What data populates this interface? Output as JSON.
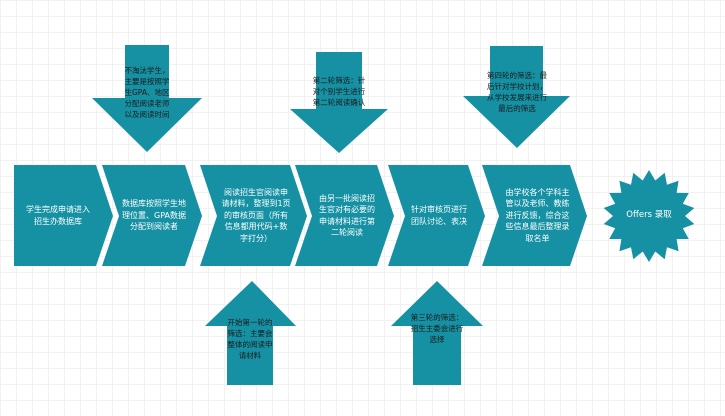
{
  "colors": {
    "shape_fill": "#1690a3",
    "shape_text": "#ffffff",
    "note_text": "#1b1b1b",
    "canvas_grid": "#f1f1f1"
  },
  "steps": [
    "学生完成申请进入招生办数据库",
    "数据库按照学生地理位置、GPA数据分配到阅读者",
    "阅读招生官阅读申请材料，整理到1页的审核页面（所有信息都用代码+数字打分）",
    "由另一批阅读招生官对有必要的申请材料进行第二轮阅读",
    "针对审核页进行团队讨论、表决",
    "由学校各个学科主管以及老师、教练进行反馈，综合这些信息最后整理录取名单"
  ],
  "result": "Offers 录取",
  "top_notes": [
    "不淘汰学生，主要是按照学生GPA、地区分配阅读老师以及阅读时间",
    "第二轮筛选：针对个别学生进行第二轮阅读确认",
    "第四轮的筛选：最后针对学校计划，从学校发展来进行最后的筛选"
  ],
  "bottom_notes": [
    "开始第一轮的筛选：主要会整体的阅读申请材料",
    "第三轮的筛选：招生主委会进行选择"
  ]
}
